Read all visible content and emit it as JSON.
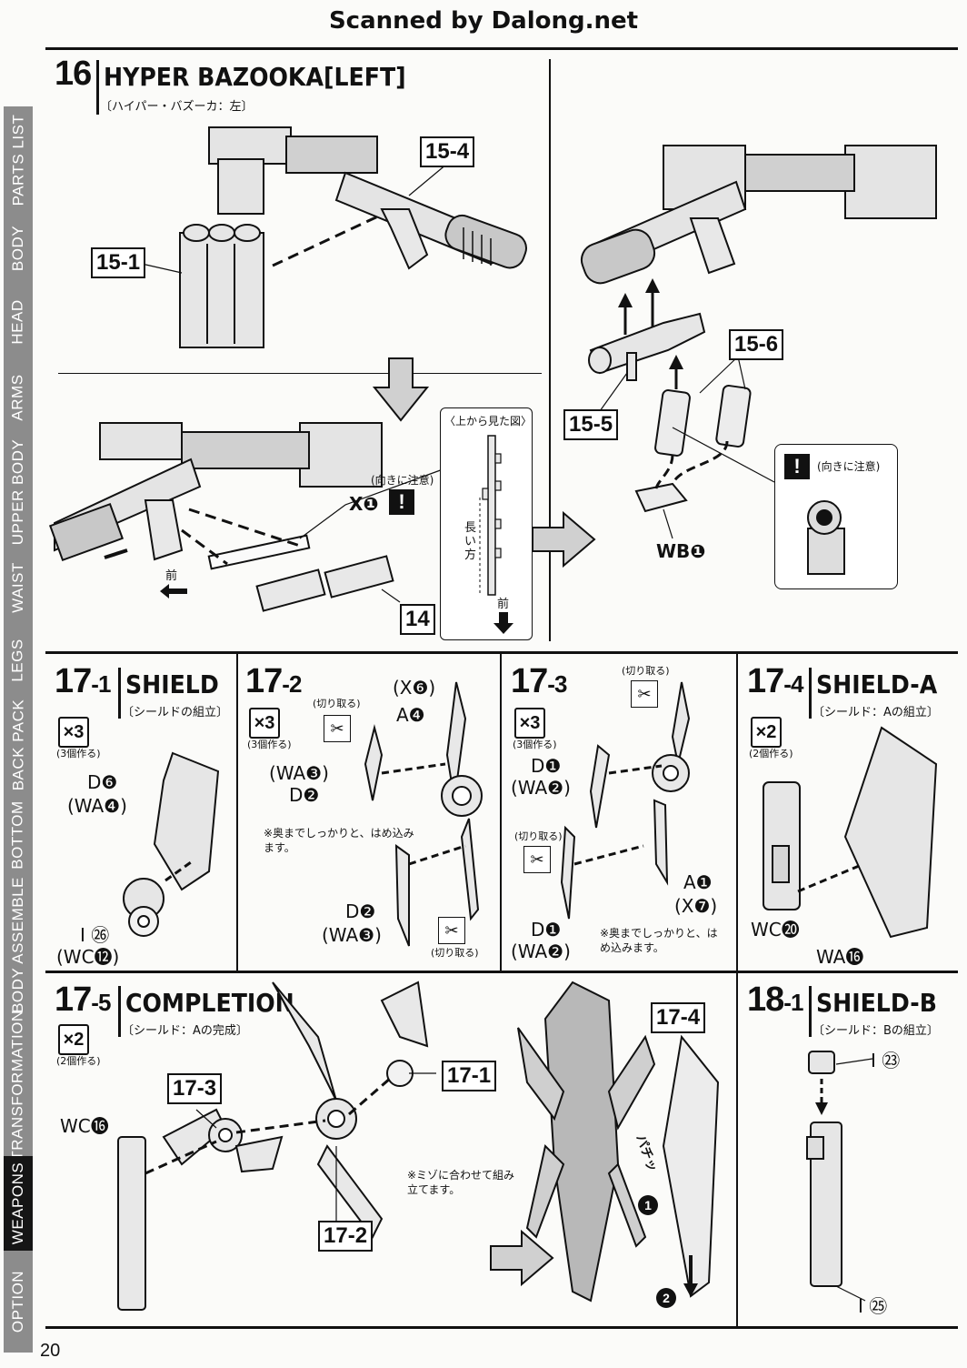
{
  "banner": "Scanned by Dalong.net",
  "page_number": "20",
  "sidebar_tabs": [
    {
      "label": "PARTS LIST"
    },
    {
      "label": "BODY"
    },
    {
      "label": "HEAD"
    },
    {
      "label": "ARMS"
    },
    {
      "label": "UPPER BODY"
    },
    {
      "label": "WAIST"
    },
    {
      "label": "LEGS"
    },
    {
      "label": "BACK PACK"
    },
    {
      "label": "BOTTOM"
    },
    {
      "label": "BODY ASSEMBLE"
    },
    {
      "label": "TRANSFORMATION"
    },
    {
      "label": "WEAPONS"
    },
    {
      "label": "OPTION"
    }
  ],
  "step16": {
    "num": "16",
    "title": "HYPER BAZOOKA[LEFT]",
    "subtitle": "〔ハイパー・バズーカ：左〕",
    "refs": {
      "r154": "15-4",
      "r151": "15-1",
      "r14": "14",
      "r156": "15-6",
      "r155": "15-5"
    },
    "x1": "X❶",
    "caution": "(向きに注意)",
    "caution2": "(向きに注意)",
    "topview": "〈上から見た図〉",
    "long_side": "長い方",
    "front": "前",
    "front2": "前",
    "wb1": "WB❶"
  },
  "step17_1": {
    "num": "17",
    "sub": "-1",
    "title": "SHIELD",
    "subtitle": "〔シールドの組立〕",
    "mult": "×3",
    "mult_note": "(3個作る)",
    "d6": "D❻",
    "wa4": "(WA❹)",
    "i26": "I ㉖",
    "wc12": "(WC⓬)"
  },
  "step17_2": {
    "num": "17",
    "sub": "-2",
    "mult": "×3",
    "mult_note": "(3個作る)",
    "cut1": "(切り取る)",
    "cut2": "(切り取る)",
    "x6": "(X❻)",
    "a4": "A❹",
    "wa3a": "(WA❸)",
    "d2a": "D❷",
    "d2b": "D❷",
    "wa3b": "(WA❸)",
    "note": "※奥までしっかりと、はめ込みます。"
  },
  "step17_3": {
    "num": "17",
    "sub": "-3",
    "mult": "×3",
    "mult_note": "(3個作る)",
    "cut1": "(切り取る)",
    "cut2": "(切り取る)",
    "d1a": "D❶",
    "wa2a": "(WA❷)",
    "a1": "A❶",
    "x7": "(X❼)",
    "d1b": "D❶",
    "wa2b": "(WA❷)",
    "note": "※奥までしっかりと、はめ込みます。"
  },
  "step17_4": {
    "num": "17",
    "sub": "-4",
    "title": "SHIELD-A",
    "subtitle": "〔シールド：Aの組立〕",
    "mult": "×2",
    "mult_note": "(2個作る)",
    "wc20": "WC⓴",
    "wa16": "WA⓰"
  },
  "step17_5": {
    "num": "17",
    "sub": "-5",
    "title": "COMPLETION",
    "subtitle": "〔シールド：Aの完成〕",
    "mult": "×2",
    "mult_note": "(2個作る)",
    "wc16": "WC⓰",
    "r173": "17-3",
    "r171": "17-1",
    "r172": "17-2",
    "r174": "17-4",
    "note": "※ミゾに合わせて組み立てます。",
    "click": "パチッ"
  },
  "step18_1": {
    "num": "18",
    "sub": "-1",
    "title": "SHIELD-B",
    "subtitle": "〔シールド：Bの組立〕",
    "i23": "I ㉓",
    "i25": "I ㉕"
  },
  "colors": {
    "sidebar_gray": "#8c8c8c",
    "sidebar_active": "#151515",
    "ink": "#111111",
    "part_fill": "#d9d9d9"
  }
}
